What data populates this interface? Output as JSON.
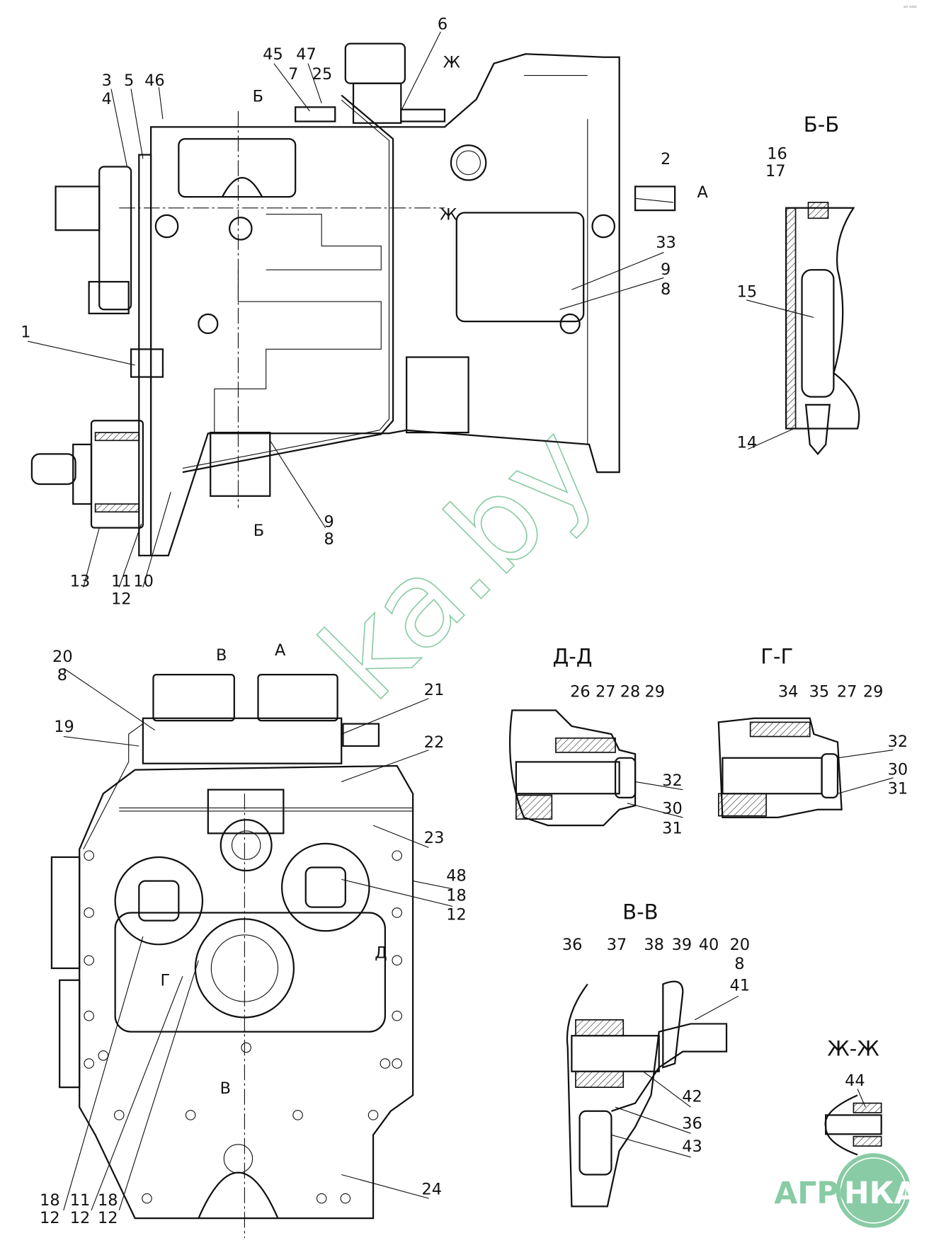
{
  "corner_stamp": "sn ooo",
  "watermark": "ka.by",
  "logo": {
    "left": "АГРО",
    "right": "НКА",
    "color": "#88cba4"
  },
  "section_titles": {
    "bb": "Б-Б",
    "dd": "Д-Д",
    "gg": "Г-Г",
    "vv": "В-В",
    "zhzh": "Ж-Ж"
  },
  "callouts": [
    "3",
    "4",
    "5",
    "46",
    "45",
    "47",
    "7",
    "25",
    "6",
    "Б",
    "Ж",
    "Ж",
    "2",
    "А",
    "16",
    "17",
    "33",
    "9",
    "8",
    "15",
    "1",
    "14",
    "Б",
    "9",
    "8",
    "13",
    "11",
    "10",
    "12",
    "20",
    "8",
    "В",
    "А",
    "21",
    "19",
    "22",
    "26",
    "27",
    "28",
    "29",
    "34",
    "35",
    "27",
    "29",
    "32",
    "32",
    "30",
    "31",
    "30",
    "31",
    "23",
    "48",
    "18",
    "12",
    "36",
    "37",
    "38",
    "39",
    "40",
    "20",
    "8",
    "41",
    "Г",
    "Д",
    "44",
    "В",
    "42",
    "36",
    "43",
    "24",
    "18",
    "11",
    "18",
    "12",
    "12",
    "12"
  ]
}
